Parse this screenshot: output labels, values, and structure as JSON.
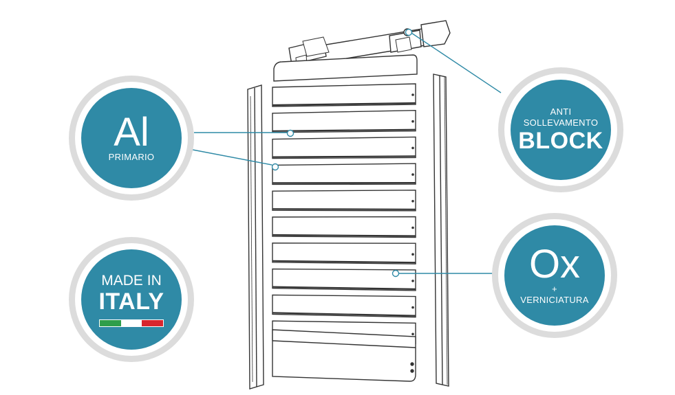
{
  "badges": {
    "aluminium": {
      "symbol": "Al",
      "label": "PRIMARIO"
    },
    "block": {
      "line1": "ANTI",
      "line2": "SOLLEVAMENTO",
      "title": "BLOCK"
    },
    "italy": {
      "line1": "MADE IN",
      "line2": "ITALY"
    },
    "oxide": {
      "symbol": "Ox",
      "plus": "+",
      "label": "VERNICIATURA"
    }
  },
  "colors": {
    "badge": "#2f8aa6",
    "ring": "#dcdcdc",
    "leader": "#2f8aa6",
    "flag_green": "#2e9e4a",
    "flag_white": "#ffffff",
    "flag_red": "#d8262e"
  },
  "icons": {
    "flag": "italian-flag-icon",
    "shutter": "roller-shutter-icon"
  }
}
